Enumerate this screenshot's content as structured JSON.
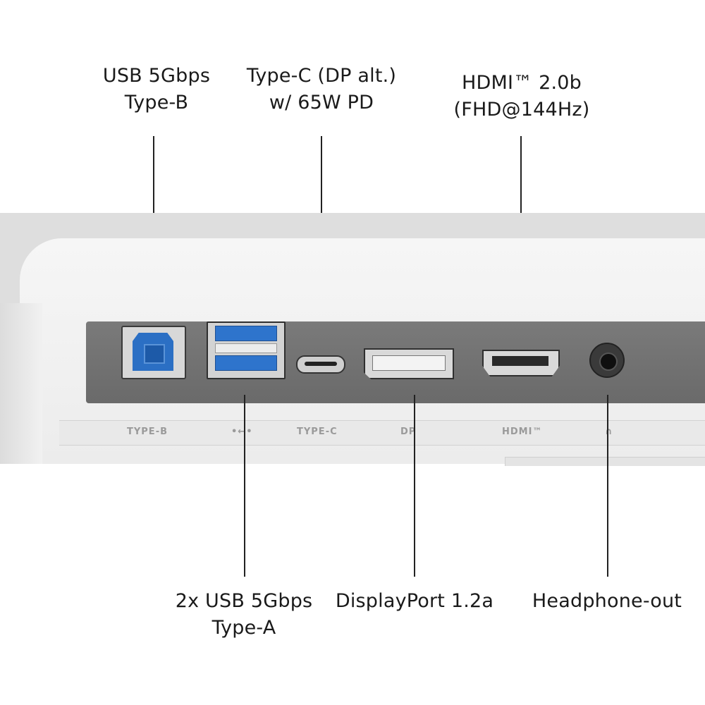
{
  "callouts": {
    "usb_b": {
      "line1": "USB 5Gbps",
      "line2": "Type-B"
    },
    "type_c": {
      "line1": "Type-C (DP alt.)",
      "line2": "w/ 65W PD"
    },
    "hdmi": {
      "line1": "HDMI™ 2.0b",
      "line2": "(FHD@144Hz)"
    },
    "usb_a": {
      "line1": "2x USB 5Gbps",
      "line2": "Type-A"
    },
    "displayport": {
      "line1": "DisplayPort 1.2a"
    },
    "headphone": {
      "line1": "Headphone-out"
    }
  },
  "silkscreen": {
    "type_b": "TYPE-B",
    "usb_symbol": "•←•",
    "type_c": "TYPE-C",
    "dp": "DP",
    "hdmi": "HDMI™",
    "headphone_symbol": "∩"
  },
  "colors": {
    "usb_blue": "#2e74cc",
    "panel_gray": "#6f6f6f",
    "text": "#1a1a1a"
  }
}
